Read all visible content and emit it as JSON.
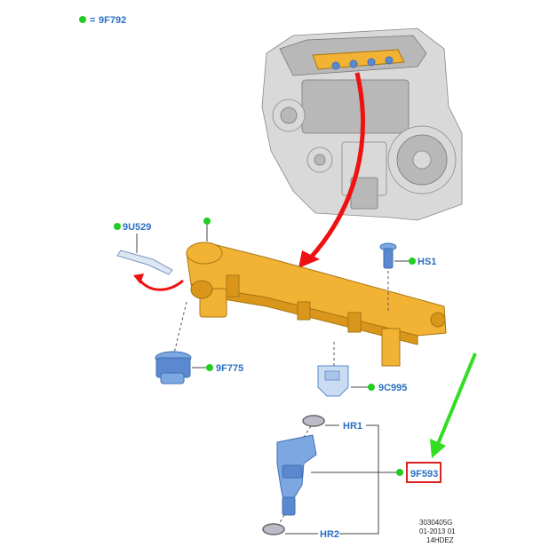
{
  "legend": {
    "prefix": "=",
    "code": "9F792"
  },
  "parts": {
    "p9u529": "9U529",
    "hs1": "HS1",
    "p9f775": "9F775",
    "p9c995": "9C995",
    "hr1": "HR1",
    "p9f593": "9F593",
    "hr2": "HR2"
  },
  "meta": {
    "line1": "3030405G",
    "line2": "01-2013 01",
    "line3": "14HDEZ"
  },
  "colors": {
    "highlight_box": "#e02020",
    "callout_dot": "#22cc22",
    "label_text": "#2b6fc2",
    "red_arrow": "#ee1111",
    "green_arrow": "#33dd22"
  }
}
